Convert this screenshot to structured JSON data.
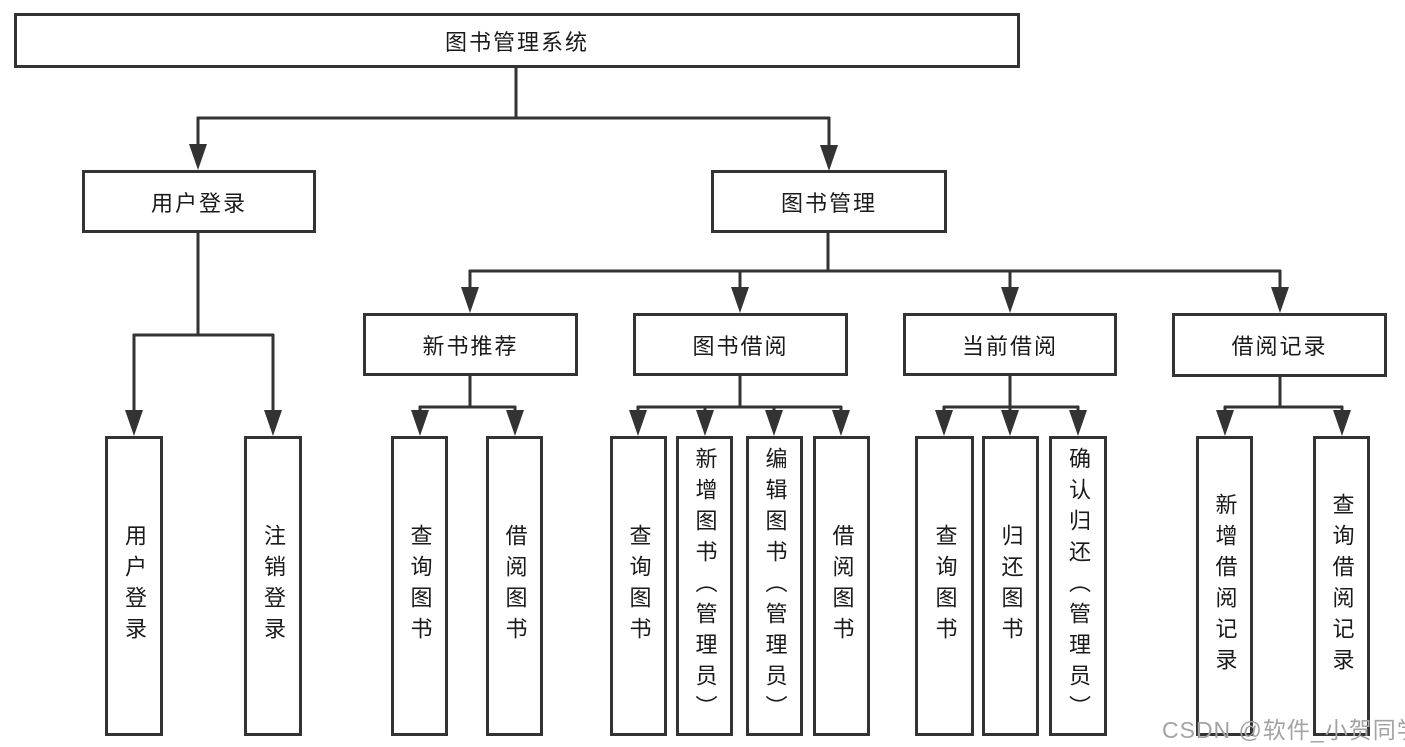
{
  "diagram": {
    "title": "图书管理系统",
    "tree": {
      "root": {
        "label": "图书管理系统"
      },
      "level2": [
        {
          "label": "用户登录"
        },
        {
          "label": "图书管理"
        }
      ],
      "level3": [
        {
          "label": "新书推荐",
          "parent": "图书管理"
        },
        {
          "label": "图书借阅",
          "parent": "图书管理"
        },
        {
          "label": "当前借阅",
          "parent": "图书管理"
        },
        {
          "label": "借阅记录",
          "parent": "图书管理"
        }
      ],
      "leaves": [
        {
          "label": "用户登录",
          "parent": "用户登录"
        },
        {
          "label": "注销登录",
          "parent": "用户登录"
        },
        {
          "label": "查询图书",
          "parent": "新书推荐"
        },
        {
          "label": "借阅图书",
          "parent": "新书推荐"
        },
        {
          "label": "查询图书",
          "parent": "图书借阅"
        },
        {
          "label": "新增图书（管理员）",
          "parent": "图书借阅"
        },
        {
          "label": "编辑图书（管理员）",
          "parent": "图书借阅"
        },
        {
          "label": "借阅图书",
          "parent": "图书借阅"
        },
        {
          "label": "查询图书",
          "parent": "当前借阅"
        },
        {
          "label": "归还图书",
          "parent": "当前借阅"
        },
        {
          "label": "确认归还（管理员）",
          "parent": "当前借阅"
        },
        {
          "label": "新增借阅记录",
          "parent": "借阅记录"
        },
        {
          "label": "查询借阅记录",
          "parent": "借阅记录"
        }
      ]
    }
  },
  "watermark": {
    "text": "CSDN @软件_小贺同学"
  },
  "colors": {
    "line": "#333333",
    "text": "#1a1a1a",
    "watermark_text": "#a3a3a3",
    "background": "#ffffff"
  }
}
